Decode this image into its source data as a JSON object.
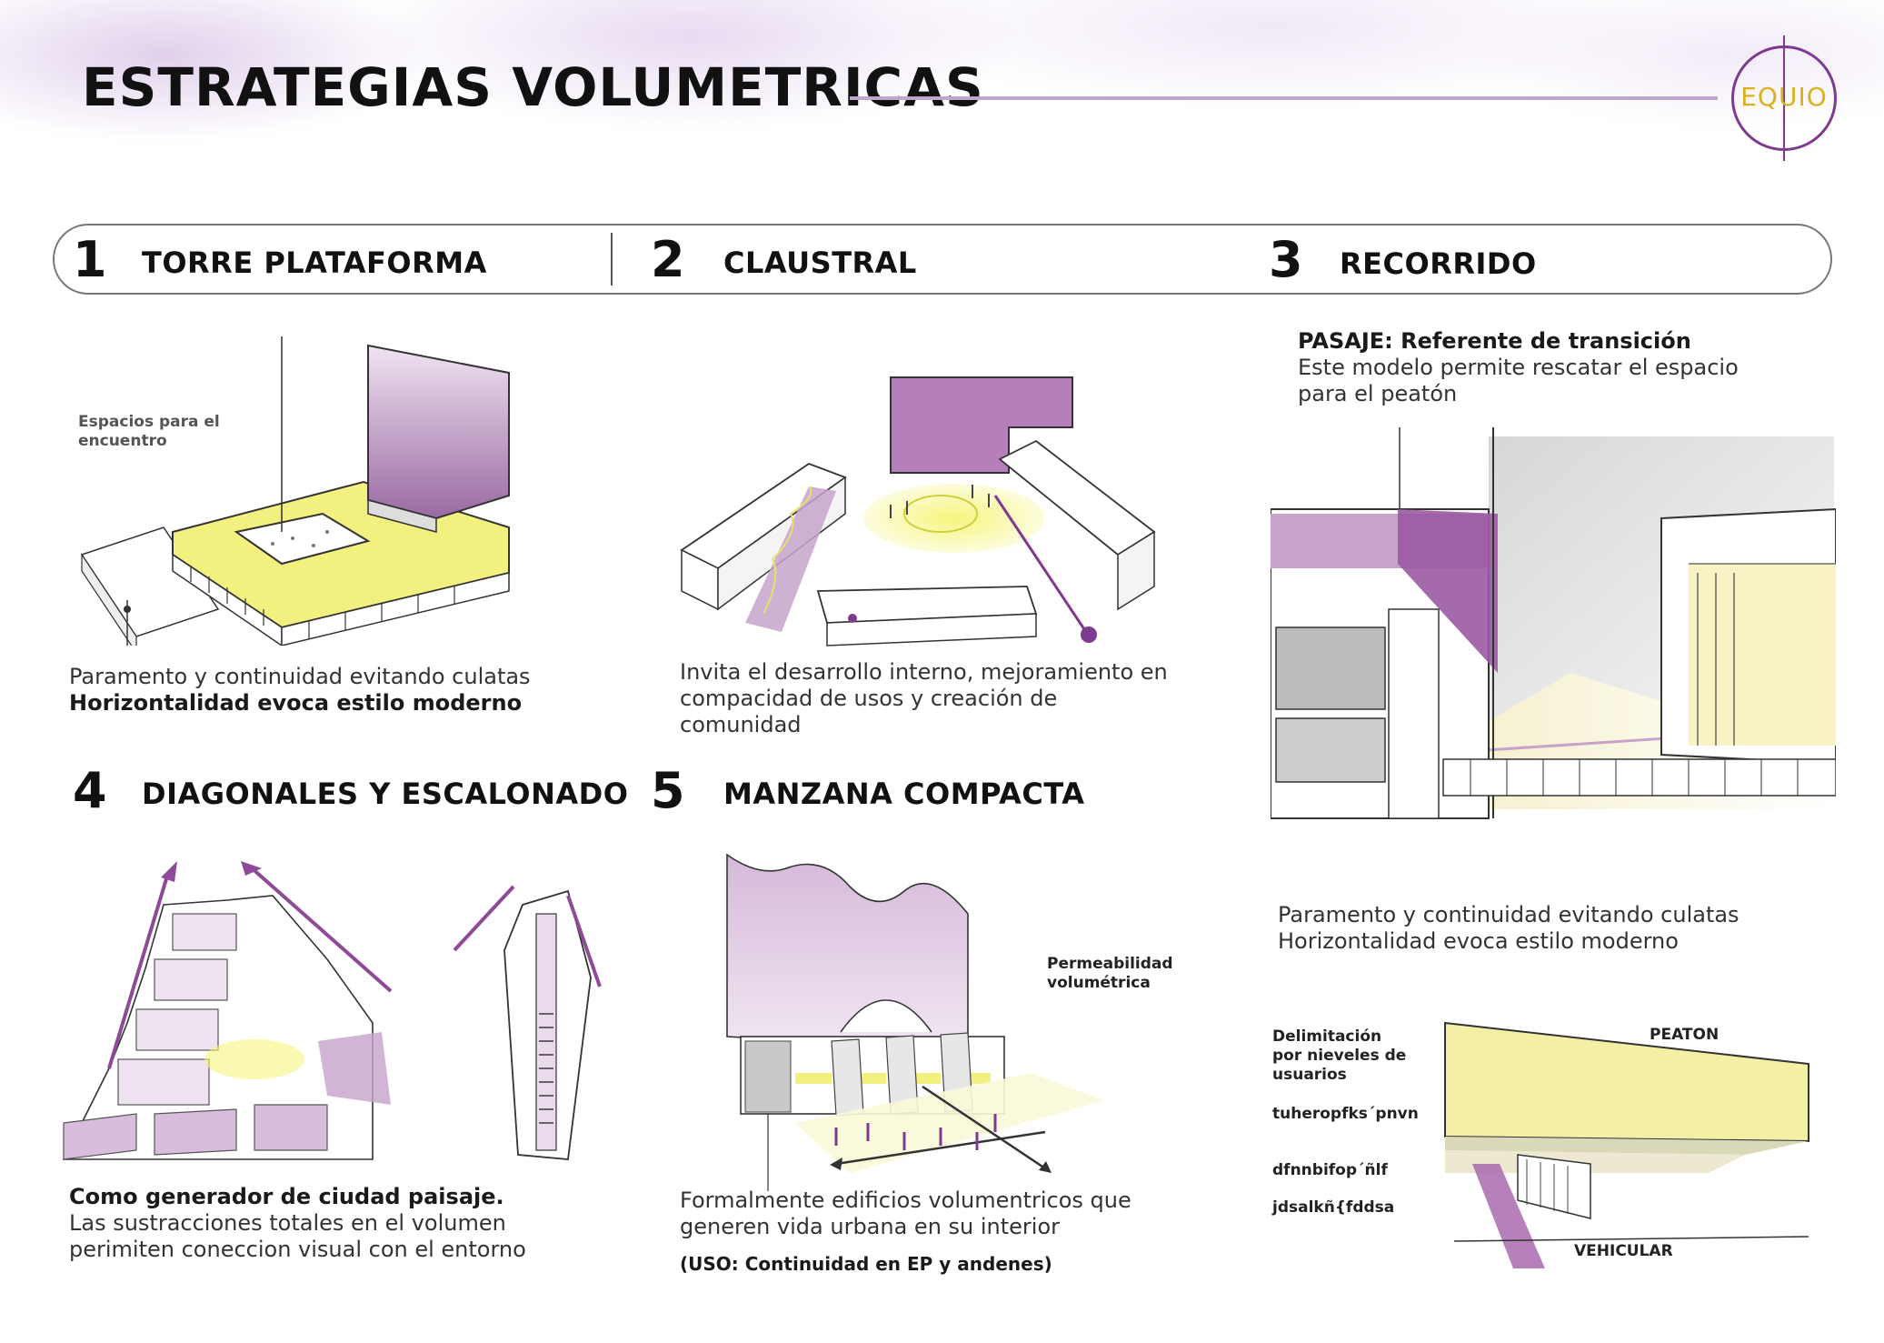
{
  "page": {
    "title": "ESTRATEGIAS VOLUMETRICAS",
    "logo_text": "EQUIO"
  },
  "colors": {
    "accent": "#8e4a96",
    "accent_light": "#c7a3cc",
    "highlight": "#ecec7a",
    "logo_gold": "#d8b21c"
  },
  "sections": [
    {
      "number": "1",
      "title": "TORRE PLATAFORMA",
      "annotation": "Espacios para el\nencuentro",
      "caption_line1": "Paramento y continuidad evitando culatas",
      "caption_line2_bold": "Horizontalidad evoca estilo moderno"
    },
    {
      "number": "2",
      "title": "CLAUSTRAL",
      "caption_line1": "Invita el desarrollo interno, mejoramiento en",
      "caption_line2": "compacidad de usos y creación de",
      "caption_line3": "comunidad"
    },
    {
      "number": "3",
      "title": "RECORRIDO",
      "heading_bold": "PASAJE: Referente de transición",
      "heading_line1": "Este modelo permite rescatar el espacio",
      "heading_line2": "para el peatón",
      "caption_line1": "Paramento y continuidad evitando culatas",
      "caption_line2": "Horizontalidad evoca estilo moderno",
      "diagram_labels": {
        "delimitacion": "Delimitación\npor nieveles de\nusuarios",
        "item1": "tuheropfks´pnvn",
        "item2": "dfnnbifop´ñlf",
        "item3": "jdsalkñ{fddsa",
        "peaton": "PEATON",
        "vehicular": "VEHICULAR"
      }
    },
    {
      "number": "4",
      "title": "DIAGONALES Y ESCALONADO",
      "caption_line1_bold": "Como generador de ciudad paisaje.",
      "caption_line2": "Las sustracciones totales en el volumen",
      "caption_line3": "perimiten coneccion visual con el entorno"
    },
    {
      "number": "5",
      "title": "MANZANA COMPACTA",
      "annotation": "Permeabilidad\nvolumétrica",
      "caption_line1": "Formalmente edificios volumentricos que",
      "caption_line2": "generen vida urbana en su interior",
      "caption_line3_bold": "(USO: Continuidad en EP y andenes)"
    }
  ]
}
